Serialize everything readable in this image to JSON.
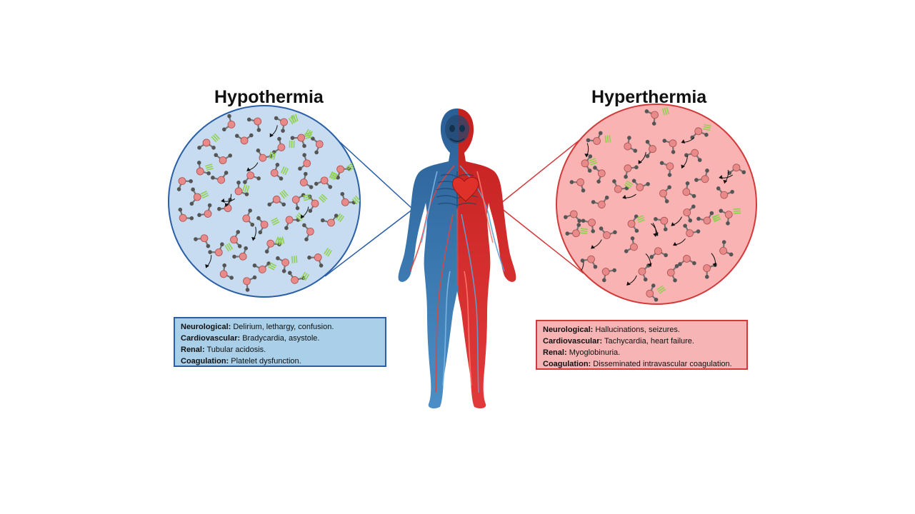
{
  "hypothermia": {
    "title": "Hypothermia",
    "color_fill": "#c7dcf0",
    "color_border": "#2a5fa6",
    "effects": [
      {
        "system": "Neurological:",
        "text": "Delirium, lethargy, confusion."
      },
      {
        "system": "Cardiovascular:",
        "text": "Bradycardia, asystole."
      },
      {
        "system": "Renal:",
        "text": "Tubular acidosis."
      },
      {
        "system": "Coagulation:",
        "text": "Platelet dysfunction."
      }
    ]
  },
  "hyperthermia": {
    "title": "Hyperthermia",
    "color_fill": "#f9b3b3",
    "color_border": "#d23a3a",
    "effects": [
      {
        "system": "Neurological:",
        "text": "Hallucinations, seizures."
      },
      {
        "system": "Cardiovascular:",
        "text": "Tachycardia, heart failure."
      },
      {
        "system": "Renal:",
        "text": "Myoglobinuria."
      },
      {
        "system": "Coagulation:",
        "text": "Disseminated intravascular coagulation."
      }
    ]
  },
  "icons": {
    "molecule": "water-molecule-icon",
    "hydrogen_bond": "hydrogen-bond-icon",
    "motion": "motion-arrow-icon",
    "body": "human-body-figure",
    "heart": "heart-icon"
  },
  "colors": {
    "hydrogen_bond": "#8fd14f",
    "oxygen_atom": "#e88a8a",
    "hydrogen_atom": "#555555"
  }
}
